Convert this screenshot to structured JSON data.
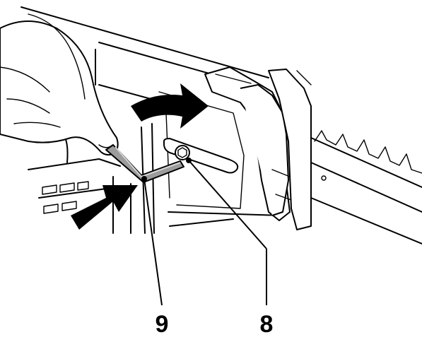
{
  "callouts": [
    {
      "id": "8",
      "label": "8"
    },
    {
      "id": "9",
      "label": "9"
    }
  ]
}
